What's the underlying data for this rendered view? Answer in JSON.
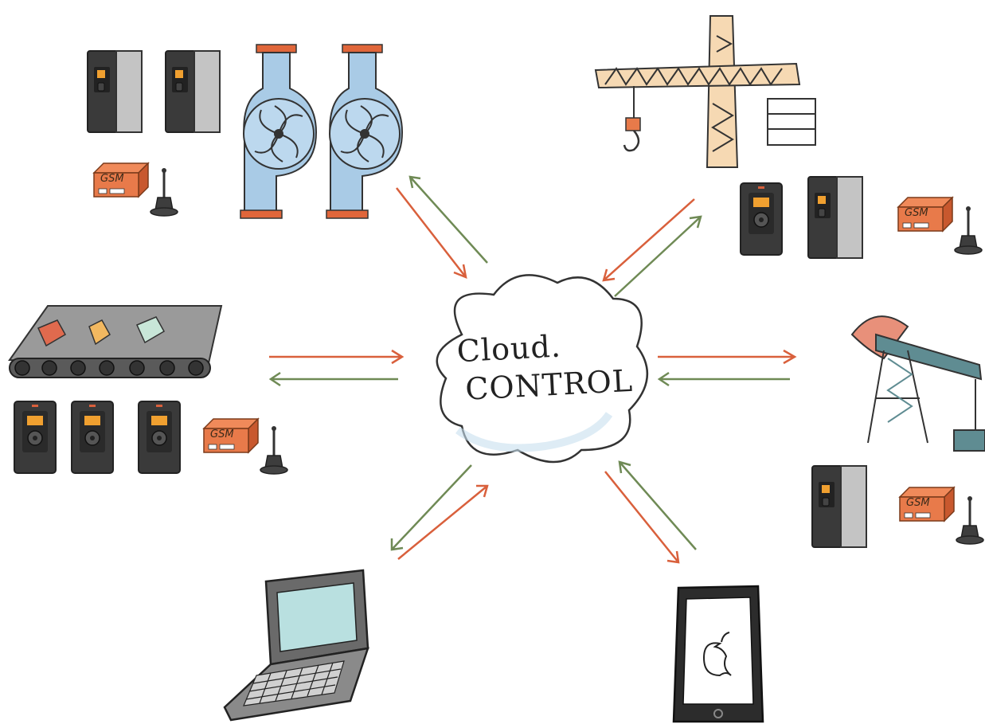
{
  "cloud": {
    "line1": "Cloud.",
    "line2": "CONTROL"
  },
  "gsm_label": "GSM",
  "colors": {
    "outbound_arrow": "#d9603c",
    "inbound_arrow": "#6f8a55",
    "drive_body": "#3a3a3a",
    "drive_panel": "#bdbdbd",
    "drive_display": "#f0a030",
    "gsm_box": "#e87a4a",
    "pipe_blue": "#a9cbe6",
    "flange": "#e0663a",
    "crane_fill": "#f6d9b3",
    "pumpjack_teal": "#5f8c92",
    "screen_teal": "#b9e0e0"
  },
  "icons": [
    "frequency-drive-icon",
    "gsm-modem-icon",
    "antenna-icon",
    "centrifugal-fan-icon",
    "tower-crane-icon",
    "conveyor-belt-icon",
    "pump-jack-icon",
    "laptop-icon",
    "smartphone-icon",
    "cloud-icon"
  ]
}
